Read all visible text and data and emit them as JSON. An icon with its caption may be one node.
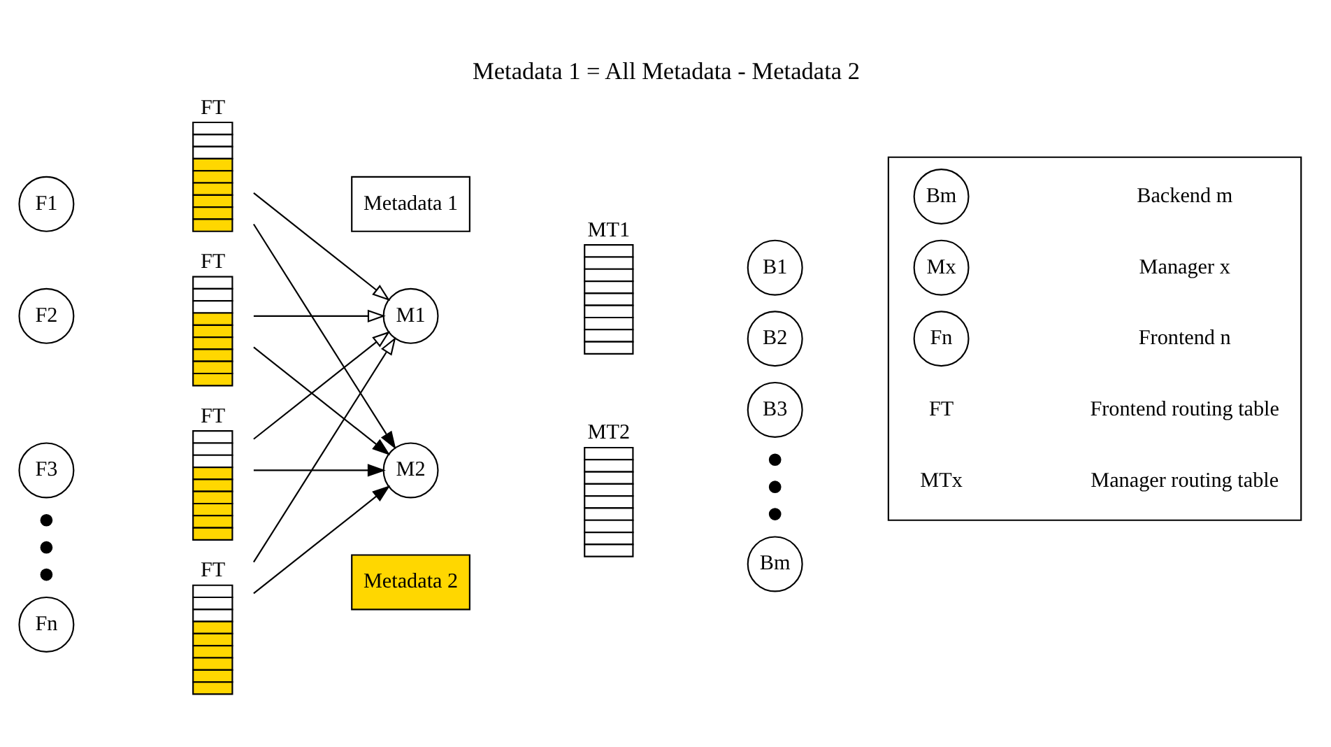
{
  "diagram": {
    "title": "Metadata 1 = All Metadata - Metadata 2",
    "nodes": [
      {
        "text": [
          "FT"
        ]
      },
      {
        "text": [
          "F1"
        ]
      },
      {
        "text": [
          "Metadata 1"
        ]
      },
      {
        "text": [
          "MT1"
        ]
      },
      {
        "text": [
          "M1"
        ]
      },
      {
        "text": [
          "B1"
        ]
      },
      {
        "text": [
          "B2"
        ]
      },
      {
        "text": [
          "FT"
        ]
      },
      {
        "text": [
          "F2"
        ]
      },
      {
        "text": [
          "FT"
        ]
      },
      {
        "text": [
          "F3"
        ]
      },
      {
        "text": [
          "MT2"
        ]
      },
      {
        "text": [
          "B3"
        ]
      },
      {
        "text": [
          "M2"
        ]
      },
      {
        "text": [
          "FT"
        ]
      },
      {
        "text": [
          "Fn"
        ]
      },
      {
        "text": [
          "Metadata 2"
        ]
      },
      {
        "text": [
          "Bm"
        ]
      },
      {
        "text": [],
        "shape": "box"
      },
      {
        "text": [
          "Fn"
        ],
        "in": 18
      },
      {
        "text": [
          "Bm"
        ],
        "in": 18
      },
      {
        "text": [
          "Mx"
        ],
        "in": 18
      }
    ],
    "edges": [
      {
        "from": 0,
        "to": 4,
        "arrow": "to"
      },
      {
        "from": 0,
        "to": 13,
        "arrow": "to"
      },
      {
        "from": 7,
        "to": 4,
        "arrow": "to"
      },
      {
        "from": 7,
        "to": 13,
        "arrow": "to"
      },
      {
        "from": 9,
        "to": 4,
        "arrow": "to"
      },
      {
        "from": 9,
        "to": 13,
        "arrow": "to"
      },
      {
        "from": 14,
        "to": 4,
        "arrow": "to"
      },
      {
        "from": 14,
        "to": 13,
        "arrow": "to"
      }
    ],
    "labels": [
      "Frontend n",
      "Backend m",
      "Manager x",
      "FT",
      "Frontend routing table",
      "MTx",
      "Manager routing table"
    ]
  }
}
